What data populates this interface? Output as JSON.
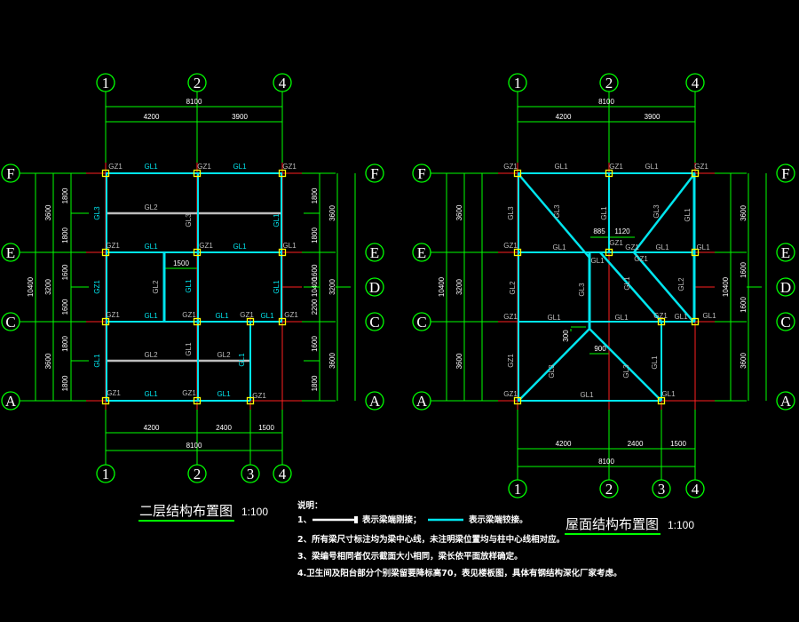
{
  "colors": {
    "axis": "#ff2020",
    "beam": "#00e5ee",
    "secondary": "#bdbdbd",
    "dim": "#00ff00",
    "column": "#ffff00",
    "text": "#ffffff"
  },
  "plan1": {
    "title": "二层结构布置图",
    "scale": "1:100",
    "bubbles_x": [
      "1",
      "2",
      "3",
      "4"
    ],
    "bubbles_y": [
      "F",
      "E",
      "D",
      "C",
      "A"
    ],
    "dims_top": {
      "total": "8100",
      "parts": [
        "4200",
        "3900"
      ]
    },
    "dims_bottom": {
      "total": "8100",
      "parts": [
        "4200",
        "2400",
        "1500"
      ]
    },
    "dims_left": {
      "total": "10400",
      "mid": [
        "3600",
        "3200",
        "3600"
      ],
      "inner": [
        "1800",
        "1800",
        "1600",
        "1600",
        "1800",
        "1800"
      ]
    },
    "dims_right": {
      "total": "10400",
      "mid": [
        "3600",
        "3200",
        "3600"
      ],
      "inner": [
        "1800",
        "1800",
        "1600",
        "2200",
        "1600",
        "1800"
      ]
    },
    "dim_1500": "1500",
    "labels": [
      "GZ1",
      "GL1",
      "GZ1",
      "GL1",
      "GZ1",
      "GL3",
      "GL2",
      "GL3",
      "GL1",
      "GL1",
      "GZ1",
      "GL1",
      "GZ1",
      "GL1",
      "GZ1",
      "GL1",
      "GL2",
      "GL1",
      "GL1",
      "GZ1",
      "GL1",
      "GZ1",
      "GL1",
      "GZ1",
      "GZ1",
      "GL1",
      "GL2",
      "GL1",
      "GL2",
      "GL1",
      "GZ1",
      "GL1",
      "GZ1",
      "GL1",
      "GZ1"
    ]
  },
  "plan2": {
    "title": "屋面结构布置图",
    "scale": "1:100",
    "bubbles_x": [
      "1",
      "2",
      "3",
      "4"
    ],
    "bubbles_y": [
      "F",
      "E",
      "D",
      "C",
      "A"
    ],
    "dims_top": {
      "total": "8100",
      "parts": [
        "4200",
        "3900"
      ]
    },
    "dims_bottom": {
      "total": "8100",
      "parts": [
        "4200",
        "2400",
        "1500"
      ]
    },
    "dims_left": {
      "total": "10400",
      "mid": [
        "3600",
        "3200",
        "3600"
      ]
    },
    "dims_right": {
      "total": "10400",
      "mid": [
        "3600",
        "1600",
        "1600",
        "3600"
      ]
    },
    "dim_885": "885",
    "dim_1120": "1120",
    "dim_300": "300",
    "dim_900": "900",
    "labels": [
      "GZ1",
      "GL1",
      "GZ1",
      "GL1",
      "GZ1",
      "GL3",
      "GL3",
      "GL1",
      "GL3",
      "GL1",
      "GZ1",
      "GL1",
      "GZ1",
      "GL1",
      "GL1",
      "GZ1",
      "GL1",
      "GL3",
      "GL1",
      "GL2",
      "GL2",
      "GL1",
      "GZ1",
      "GL1",
      "GL1",
      "GZ1",
      "GL1",
      "GZ1",
      "GL1",
      "GL3",
      "GL3",
      "GL1",
      "GZ1",
      "GL1",
      "GZ1"
    ]
  },
  "notes": {
    "heading": "说明：",
    "item1_prefix": "1、",
    "item1_a": "表示梁端刚接；",
    "item1_b": "表示梁端铰接。",
    "item2": "2、所有梁尺寸标注均为梁中心线，未注明梁位置均与柱中心线相对应。",
    "item3": "3、梁编号相同者仅示截面大小相同，梁长依平面放样确定。",
    "item4": "4.卫生间及阳台部分个别梁留要降标高70，表见楼板图，具体有钢结构深化厂家考虑。"
  }
}
